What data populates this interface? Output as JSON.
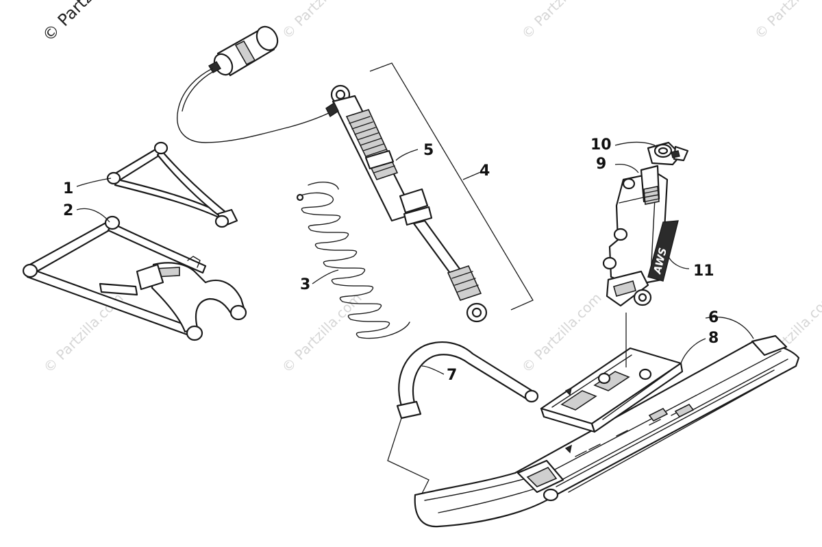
{
  "watermark": {
    "corner": "© Partzilla.com",
    "faint": "© Partzilla.com"
  },
  "callouts": {
    "c1": "1",
    "c2": "2",
    "c3": "3",
    "c4": "4",
    "c5": "5",
    "c6": "6",
    "c7": "7",
    "c8": "8",
    "c9": "9",
    "c10": "10",
    "c11": "11"
  },
  "decal": {
    "text": "AWS"
  }
}
